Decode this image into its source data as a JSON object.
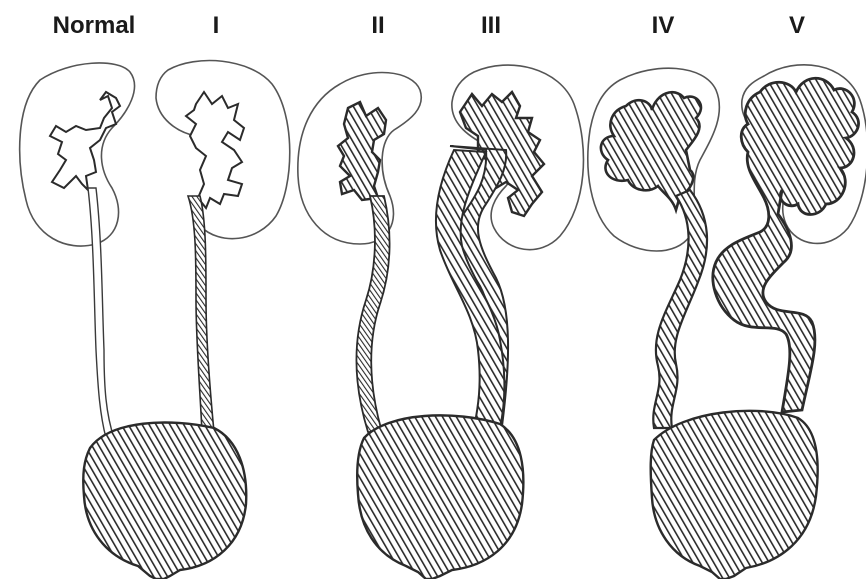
{
  "diagram": {
    "grades": [
      {
        "key": "normal",
        "label": "Normal"
      },
      {
        "key": "i",
        "label": "I"
      },
      {
        "key": "ii",
        "label": "II"
      },
      {
        "key": "iii",
        "label": "III"
      },
      {
        "key": "iv",
        "label": "IV"
      },
      {
        "key": "v",
        "label": "V"
      }
    ],
    "colors": {
      "ink": "#2b2b2b",
      "outline": "#555555",
      "paper": "#ffffff"
    }
  }
}
